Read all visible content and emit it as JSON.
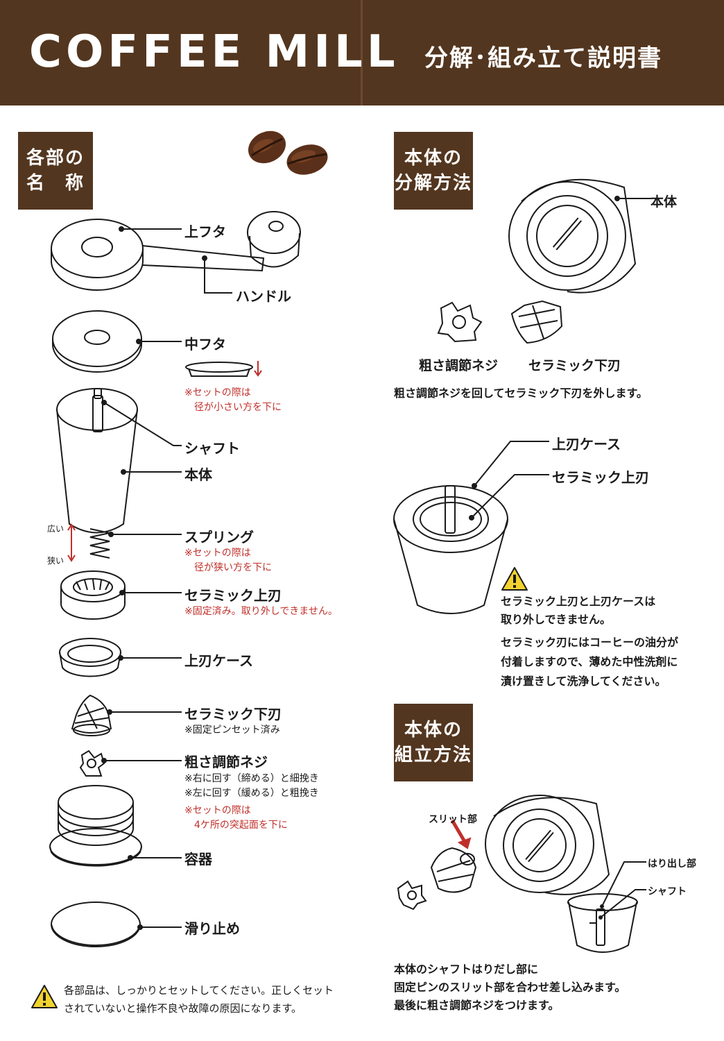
{
  "header": {
    "title": "COFFEE MILL",
    "subtitle": "分解･組み立て説明書"
  },
  "colors": {
    "brand": "#53361f",
    "accent_red": "#c0302b",
    "warning_yellow": "#f2d22e"
  },
  "parts_section": {
    "title_line1": "各部の",
    "title_line2": "名　称",
    "parts": [
      {
        "label": "上フタ"
      },
      {
        "label": "ハンドル"
      },
      {
        "label": "中フタ",
        "notes": [
          "※セットの際は",
          "　径が小さい方を下に"
        ]
      },
      {
        "label": "シャフト"
      },
      {
        "label": "本体"
      },
      {
        "label": "スプリング",
        "notes": [
          "※セットの際は",
          "　径が狭い方を下に"
        ]
      },
      {
        "label": "セラミック上刃",
        "notes": [
          "※固定済み。取り外しできません。"
        ]
      },
      {
        "label": "上刃ケース"
      },
      {
        "label": "セラミック下刃",
        "notes": [
          "※固定ピンセット済み"
        ]
      },
      {
        "label": "粗さ調節ネジ",
        "notes": [
          "※右に回す（締める）と細挽き",
          "※左に回す（緩める）と粗挽き"
        ],
        "red_notes": [
          "※セットの際は",
          "　4ケ所の突起面を下に"
        ]
      },
      {
        "label": "容器"
      },
      {
        "label": "滑り止め"
      }
    ],
    "spring_wide": "広い",
    "spring_narrow": "狭い",
    "warning": [
      "各部品は、しっかりとセットしてください。正しくセット",
      "されていないと操作不良や故障の原因になります。"
    ]
  },
  "disassembly_section": {
    "title_line1": "本体の",
    "title_line2": "分解方法",
    "body_label": "本体",
    "nut_label": "粗さ調節ネジ",
    "lower_blade_label": "セラミック下刃",
    "instruction": "粗さ調節ネジを回してセラミック下刃を外します。",
    "upper_case_label": "上刃ケース",
    "upper_blade_label": "セラミック上刃",
    "warning_lines": [
      "セラミック上刃と上刃ケースは",
      "取り外しできません。"
    ],
    "cleaning_lines": [
      "セラミック刃にはコーヒーの油分が",
      "付着しますので、薄めた中性洗剤に",
      "漬け置きして洗浄してください。"
    ]
  },
  "assembly_section": {
    "title_line1": "本体の",
    "title_line2": "組立方法",
    "slit_label": "スリット部",
    "protrusion_label": "はり出し部",
    "shaft_label": "シャフト",
    "instruction_lines": [
      "本体のシャフトはりだし部に",
      "固定ピンのスリット部を合わせ差し込みます。",
      "最後に粗さ調節ネジをつけます。"
    ]
  }
}
